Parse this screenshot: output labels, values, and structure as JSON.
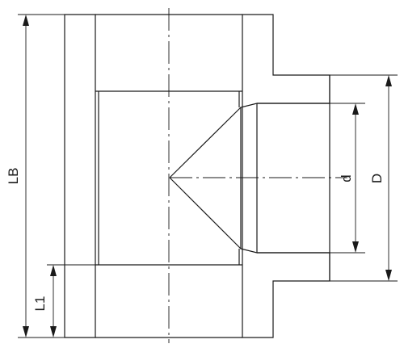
{
  "diagram": {
    "labels": {
      "lb": "LB",
      "l1": "L1",
      "d": "d",
      "D": "D"
    },
    "colors": {
      "line": "#1a1a1a",
      "background": "#ffffff"
    }
  }
}
